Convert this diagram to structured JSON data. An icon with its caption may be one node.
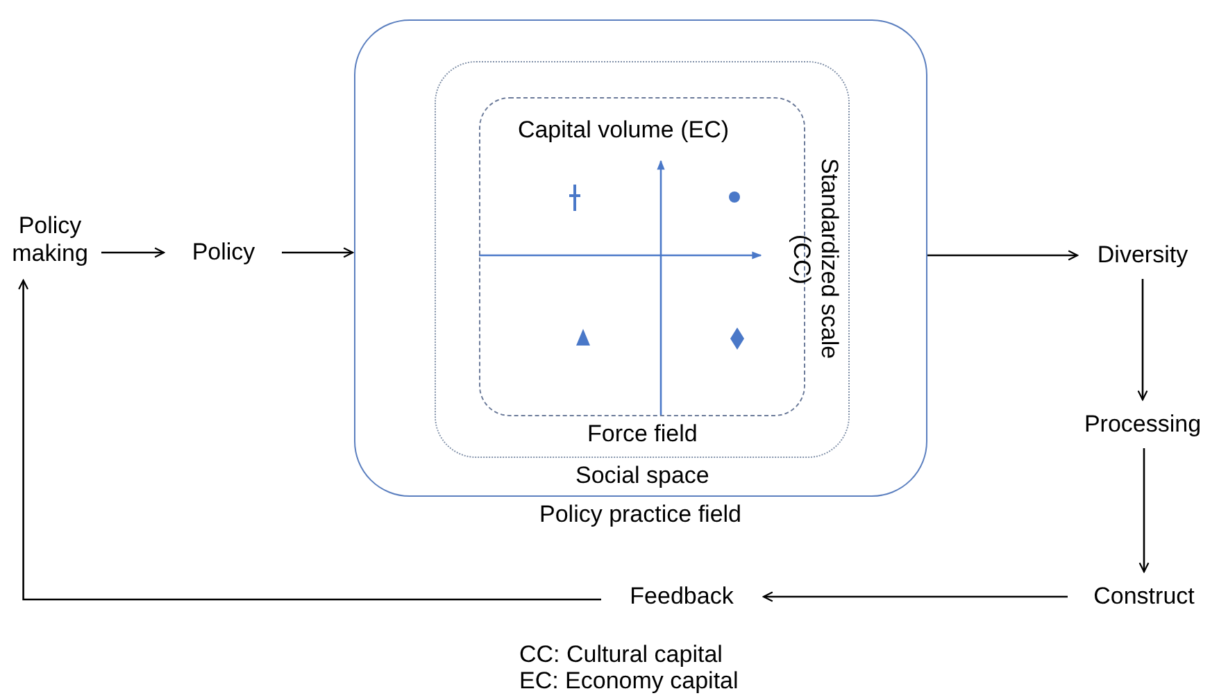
{
  "diagram": {
    "nodes": [
      {
        "text": [
          "Policy making"
        ]
      },
      {
        "text": [
          "Policy"
        ]
      },
      {
        "text": [
          "Policy practice field"
        ]
      },
      {
        "text": [
          "Social space"
        ],
        "in": 2
      },
      {
        "text": [
          "Force field"
        ],
        "in": 3
      },
      {
        "text": [
          "Diversity"
        ]
      },
      {
        "text": [
          "Processing"
        ]
      },
      {
        "text": [
          "Construct"
        ]
      },
      {
        "text": [
          "Feedback"
        ]
      }
    ],
    "edges": [
      {
        "from": 0,
        "to": 1,
        "arrow": "to"
      },
      {
        "from": 1,
        "to": 2,
        "arrow": "to"
      },
      {
        "from": 2,
        "to": 5,
        "arrow": "to"
      },
      {
        "from": 5,
        "to": 6,
        "arrow": "to"
      },
      {
        "from": 6,
        "to": 7,
        "arrow": "to"
      },
      {
        "from": 7,
        "to": 8,
        "arrow": "to"
      },
      {
        "from": 8,
        "to": 0,
        "arrow": "to"
      }
    ],
    "labels": [
      "Capital volume (EC)",
      "Standardized scale (CC)",
      "CC: Cultural capital",
      "EC: Economy capital"
    ]
  }
}
